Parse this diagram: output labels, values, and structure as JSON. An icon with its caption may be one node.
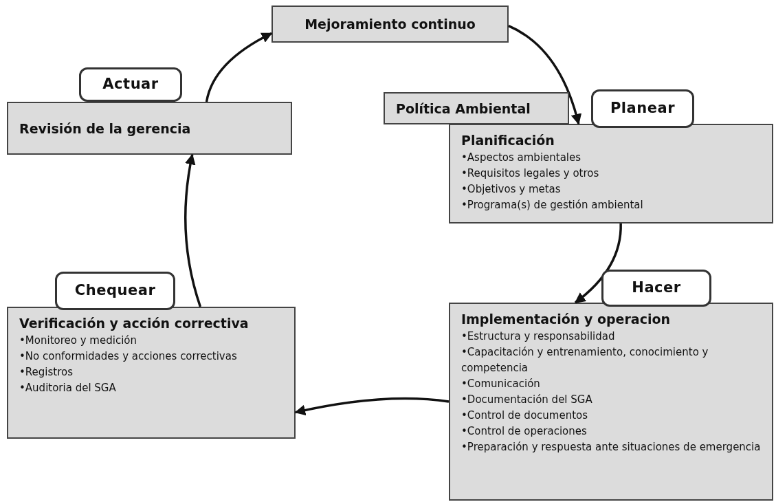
{
  "diagram": {
    "nodes": [
      {
        "text": [
          "Mejoramiento continuo"
        ]
      },
      {
        "text": [
          "Actuar"
        ]
      },
      {
        "text": [
          "Revisión de la gerencia"
        ]
      },
      {
        "text": [
          "Política Ambiental"
        ]
      },
      {
        "text": [
          "Planear"
        ]
      },
      {
        "text": [
          "Planificación",
          "•Aspectos ambientales",
          "•Requisitos legales y otros",
          "•Objetivos y metas",
          "•Programa(s) de gestión ambiental"
        ]
      },
      {
        "text": [
          "Hacer"
        ]
      },
      {
        "text": [
          "Implementación y operacion",
          "•Estructura y responsabilidad",
          "•Capacitación y entrenamiento, conocimiento y competencia",
          "•Comunicación",
          "•Documentación del SGA",
          "•Control de documentos",
          "•Control de operaciones",
          "•Preparación y respuesta ante situaciones de emergencia"
        ]
      },
      {
        "text": [
          "Chequear"
        ]
      },
      {
        "text": [
          "Verificación y acción correctiva",
          "•Monitoreo y medición",
          "•No conformidades y acciones correctivas",
          "•Registros",
          "•Auditoria del SGA"
        ]
      }
    ],
    "edges": [
      {
        "from": 0,
        "to": 5,
        "arrow": "to"
      },
      {
        "from": 5,
        "to": 7,
        "arrow": "to"
      },
      {
        "from": 7,
        "to": 9,
        "arrow": "to"
      },
      {
        "from": 9,
        "to": 2,
        "arrow": "to"
      },
      {
        "from": 2,
        "to": 0,
        "arrow": "to"
      }
    ]
  }
}
